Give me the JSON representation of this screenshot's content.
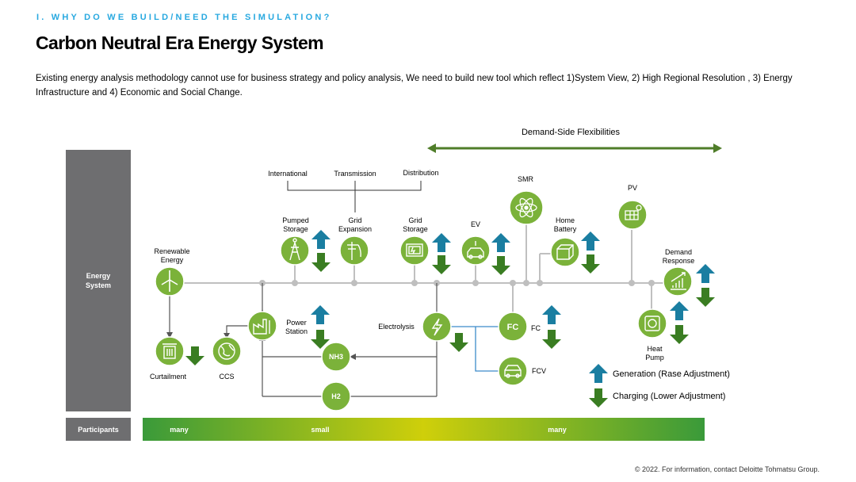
{
  "header": {
    "section": "I. WHY DO WE BUILD/NEED THE SIMULATION?",
    "title": "Carbon Neutral Era Energy System",
    "description": "Existing energy analysis methodology cannot use for business strategy and policy analysis, We need to build new tool which reflect 1)System View, 2) High Regional Resolution , 3) Energy Infrastructure and 4) Economic and Social Change."
  },
  "diagram": {
    "demand_side_label": "Demand-Side Flexibilities",
    "energy_system_label_line1": "Energy",
    "energy_system_label_line2": "System",
    "participants_label": "Participants",
    "participants_scale": [
      "many",
      "small",
      "many"
    ],
    "network_labels": {
      "international": "International",
      "transmission": "Transmission",
      "distribution": "Distribution"
    },
    "nodes": {
      "renewable": [
        "Renewable",
        "Energy"
      ],
      "curtailment": "Curtailment",
      "ccs": "CCS",
      "power_station": [
        "Power",
        "Station"
      ],
      "pumped_storage": [
        "Pumped",
        "Storage"
      ],
      "grid_expansion": [
        "Grid",
        "Expansion"
      ],
      "grid_storage": [
        "Grid",
        "Storage"
      ],
      "ev": "EV",
      "smr": "SMR",
      "home_battery": [
        "Home",
        "Battery"
      ],
      "pv": "PV",
      "demand_response": [
        "Demand",
        "Response"
      ],
      "electrolysis": "Electrolysis",
      "fc_circle": "FC",
      "fc_label": "FC",
      "fcv": "FCV",
      "heat_pump": [
        "Heat",
        "Pump"
      ],
      "nh3": "NH3",
      "h2": "H2"
    },
    "legend": {
      "generation": "Generation (Rase Adjustment)",
      "charging": "Charging (Lower Adjustment)"
    }
  },
  "colors": {
    "accent_blue": "#29a9e0",
    "node_green": "#7bb23a",
    "dark_green": "#3a7d22",
    "up_arrow_teal": "#1a7ea1",
    "side_gray": "#6e6e70",
    "flex_arrow": "#4f7d29",
    "bus_line": "#c0c0c0"
  },
  "footer": "© 2022. For information, contact Deloitte Tohmatsu Group."
}
